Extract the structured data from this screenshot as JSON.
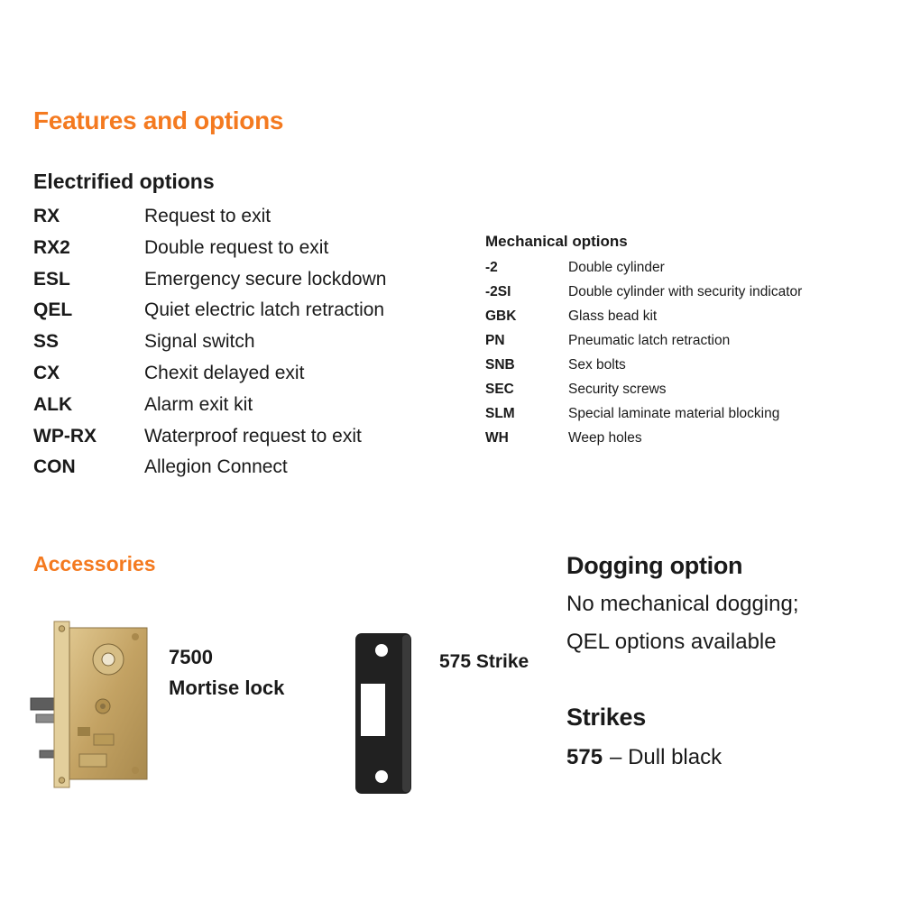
{
  "page": {
    "title": "Features and options"
  },
  "electrified": {
    "heading": "Electrified options",
    "items": [
      {
        "code": "RX",
        "desc": "Request to exit"
      },
      {
        "code": "RX2",
        "desc": "Double request to exit"
      },
      {
        "code": "ESL",
        "desc": "Emergency secure lockdown"
      },
      {
        "code": "QEL",
        "desc": "Quiet electric latch retraction"
      },
      {
        "code": "SS",
        "desc": "Signal switch"
      },
      {
        "code": "CX",
        "desc": "Chexit delayed exit"
      },
      {
        "code": "ALK",
        "desc": "Alarm exit kit"
      },
      {
        "code": "WP-RX",
        "desc": "Waterproof request to exit"
      },
      {
        "code": "CON",
        "desc": "Allegion Connect"
      }
    ]
  },
  "mechanical": {
    "heading": "Mechanical options",
    "items": [
      {
        "code": "-2",
        "desc": "Double cylinder"
      },
      {
        "code": "-2SI",
        "desc": "Double cylinder with security indicator"
      },
      {
        "code": "GBK",
        "desc": "Glass bead kit"
      },
      {
        "code": "PN",
        "desc": "Pneumatic latch retraction"
      },
      {
        "code": "SNB",
        "desc": "Sex bolts"
      },
      {
        "code": "SEC",
        "desc": "Security screws"
      },
      {
        "code": "SLM",
        "desc": "Special laminate material blocking"
      },
      {
        "code": "WH",
        "desc": "Weep holes"
      }
    ]
  },
  "accessories": {
    "heading": "Accessories",
    "mortise_lock": {
      "name": "7500",
      "desc": "Mortise lock",
      "image": "mortise-lock"
    },
    "strike": {
      "label": "575 Strike",
      "image": "strike-plate"
    }
  },
  "dogging": {
    "heading": "Dogging option",
    "line1": "No mechanical dogging;",
    "line2": "QEL options available"
  },
  "strikes": {
    "heading": "Strikes",
    "item_code": "575",
    "item_desc": "– Dull black"
  },
  "colors": {
    "accent_orange": "#F47A20",
    "text_black": "#1A1A1A",
    "strike_black": "#212121",
    "lock_brass": "#C3A263"
  }
}
